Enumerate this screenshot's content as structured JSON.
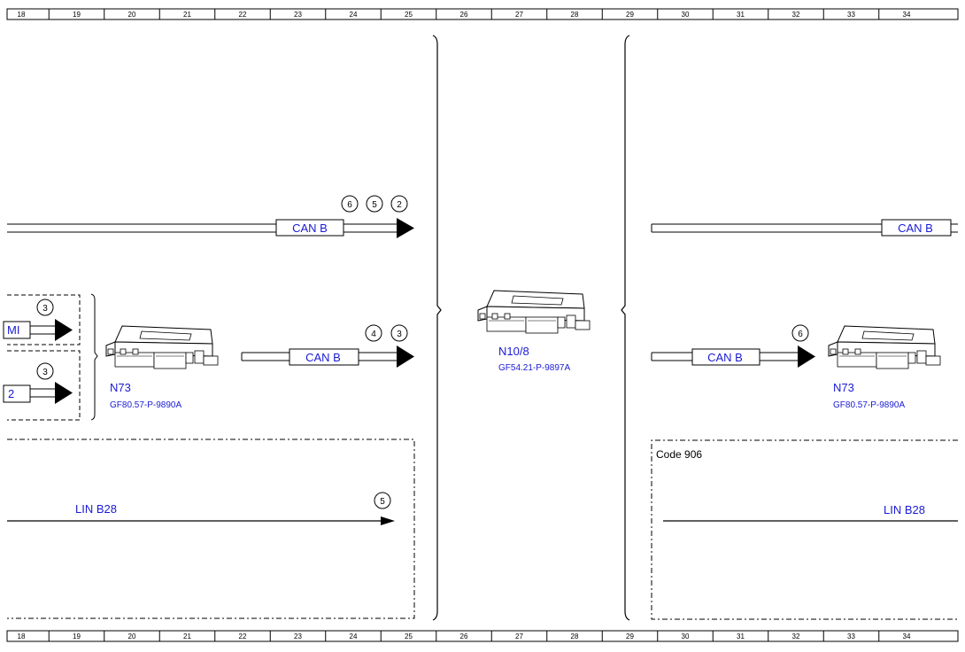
{
  "ruler": {
    "numbers": [
      "18",
      "19",
      "20",
      "21",
      "22",
      "23",
      "24",
      "25",
      "26",
      "27",
      "28",
      "29",
      "30",
      "31",
      "32",
      "33",
      "34"
    ]
  },
  "bus": {
    "can_b": "CAN B",
    "lin_b28": "LIN B28"
  },
  "left_partial": {
    "top_box_label": "MI",
    "bottom_box_label": "2",
    "top_ref": "3",
    "bottom_ref": "3"
  },
  "modules": {
    "n73_left": {
      "name": "N73",
      "ref": "GF80.57-P-9890A"
    },
    "n10_8": {
      "name": "N10/8",
      "ref": "GF54.21-P-9897A"
    },
    "n73_right": {
      "name": "N73",
      "ref": "GF80.57-P-9890A"
    }
  },
  "refs": {
    "top_can": [
      "6",
      "5",
      "2"
    ],
    "mid_can": [
      "4",
      "3"
    ],
    "lin_left": "5",
    "right_mid": "6"
  },
  "code_box": {
    "label": "Code 906"
  }
}
